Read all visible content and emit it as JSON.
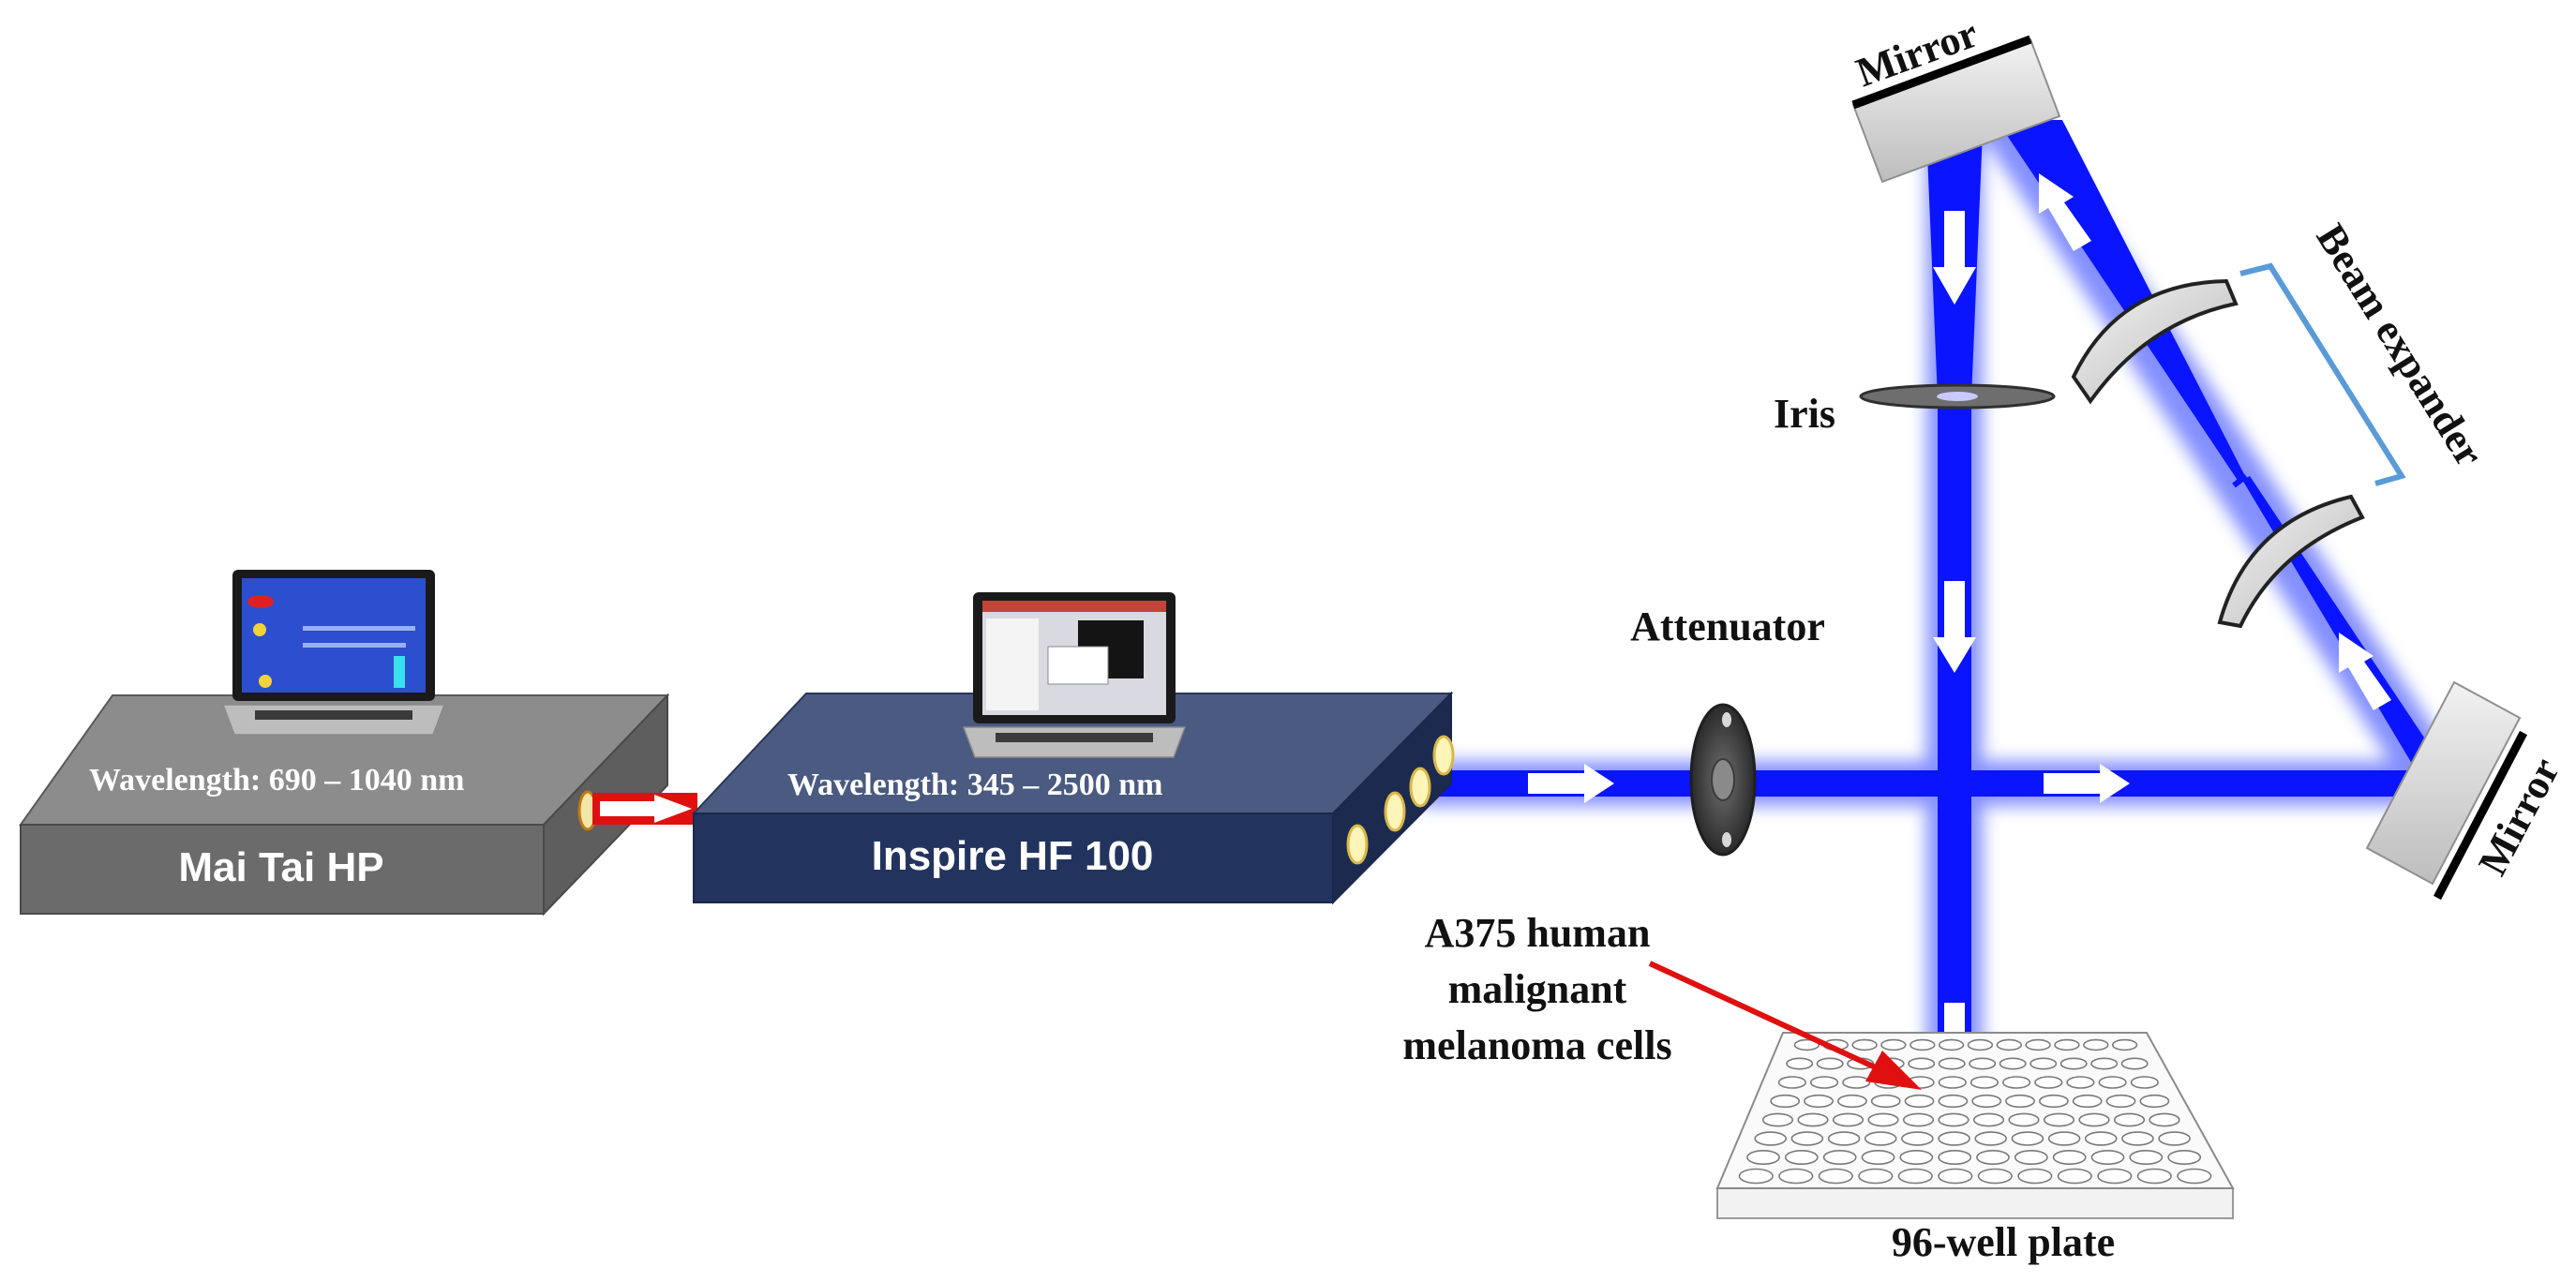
{
  "laser1": {
    "wavelength_label": "Wavelength: 690 – 1040 nm",
    "name": "Mai Tai HP"
  },
  "laser2": {
    "wavelength_label": "Wavelength: 345 – 2500 nm",
    "name": "Inspire HF 100"
  },
  "components": {
    "mirror_top": "Mirror",
    "mirror_right": "Mirror",
    "beam_expander": "Beam expander",
    "iris": "Iris",
    "attenuator": "Attenuator",
    "plate": "96-well plate"
  },
  "annotation": {
    "lines": [
      "A375 human",
      "malignant",
      "melanoma cells"
    ]
  },
  "colors": {
    "beam": "#0a14ff",
    "beam_glow": "#6f7dff",
    "box1": "#7b7b7b",
    "box2": "#2a3a66",
    "arrow_red": "#e01010",
    "bracket": "#5a9ad8"
  }
}
